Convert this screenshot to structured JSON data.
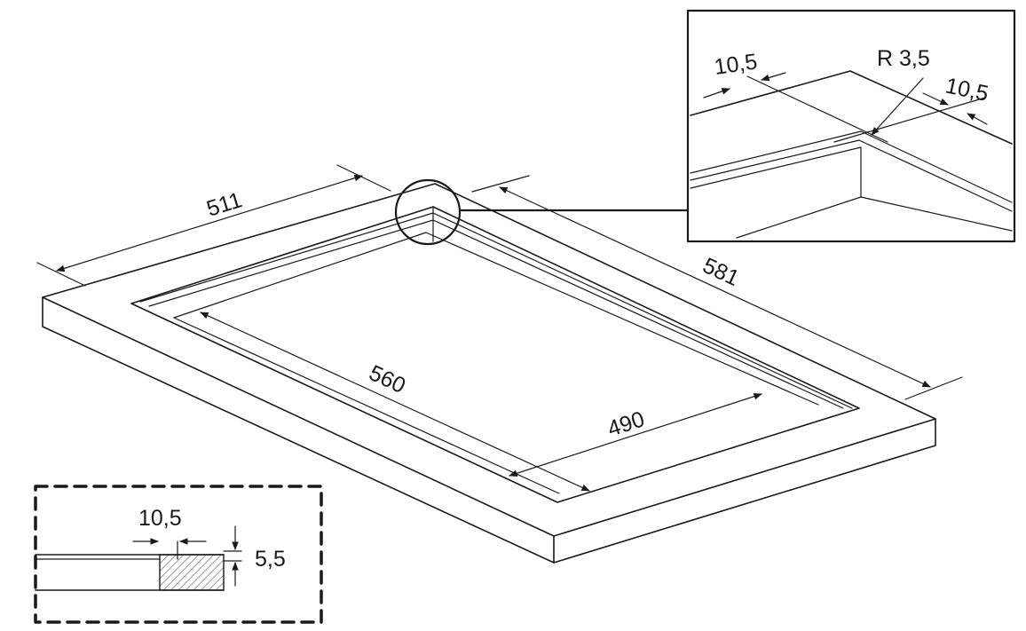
{
  "drawing": {
    "dimensions": {
      "width_outer": "511",
      "length_outer": "581",
      "length_inner": "560",
      "width_inner": "490",
      "radius": "R 3,5",
      "rebate_left": "10,5",
      "rebate_right": "10,5",
      "section_width": "10,5",
      "section_depth": "5,5"
    },
    "colors": {
      "line": "#1a1a1a",
      "background": "#ffffff"
    }
  }
}
